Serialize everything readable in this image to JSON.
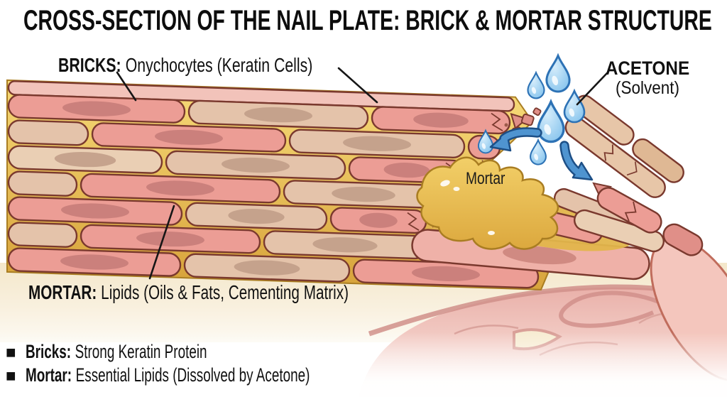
{
  "title": "CROSS-SECTION OF THE NAIL PLATE: BRICK & MORTAR STRUCTURE",
  "bricks_label": {
    "term": "BRICKS:",
    "desc": "Onychocytes (Keratin Cells)"
  },
  "acetone_label": {
    "name": "ACETONE",
    "sub": "(Solvent)"
  },
  "mortar_callout": "Mortar",
  "mortar_label": {
    "term": "MORTAR:",
    "desc": "Lipids (Oils & Fats, Cementing Matrix)"
  },
  "legend": {
    "items": [
      {
        "bullet": "■",
        "term": "Bricks:",
        "desc": "Strong Keratin Protein"
      },
      {
        "bullet": "■",
        "term": "Mortar:",
        "desc": "Essential Lipids (Dissolved by Acetone)"
      }
    ]
  },
  "colors": {
    "cell_pink_a": "#ec9d95",
    "cell_pink_b": "#f0b0a5",
    "cell_tan_a": "#eacfb4",
    "cell_tan_b": "#e4c3aa",
    "cell_strip": "#f2c3ba",
    "nucleus_pink": "#c87e79",
    "nucleus_tan": "#c2a08a",
    "outline": "#7a392e",
    "mortar_gold": "#e5b84e",
    "mortar_gold_light": "#f6d977",
    "mortar_gold_deep": "#d8a43c",
    "mortar_edge": "#a97d22",
    "droplet_fill": "#8ccbee",
    "droplet_stroke": "#2d72b5",
    "arrow_fill": "#4f94d0",
    "arrow_stroke": "#1d4f86",
    "nailbed_cream": "#f6ebd0",
    "tissue_pink": "#e9b0a9",
    "tissue_line": "#cf8d88",
    "fragment_pink": "#e08f88",
    "text": "#111111"
  }
}
